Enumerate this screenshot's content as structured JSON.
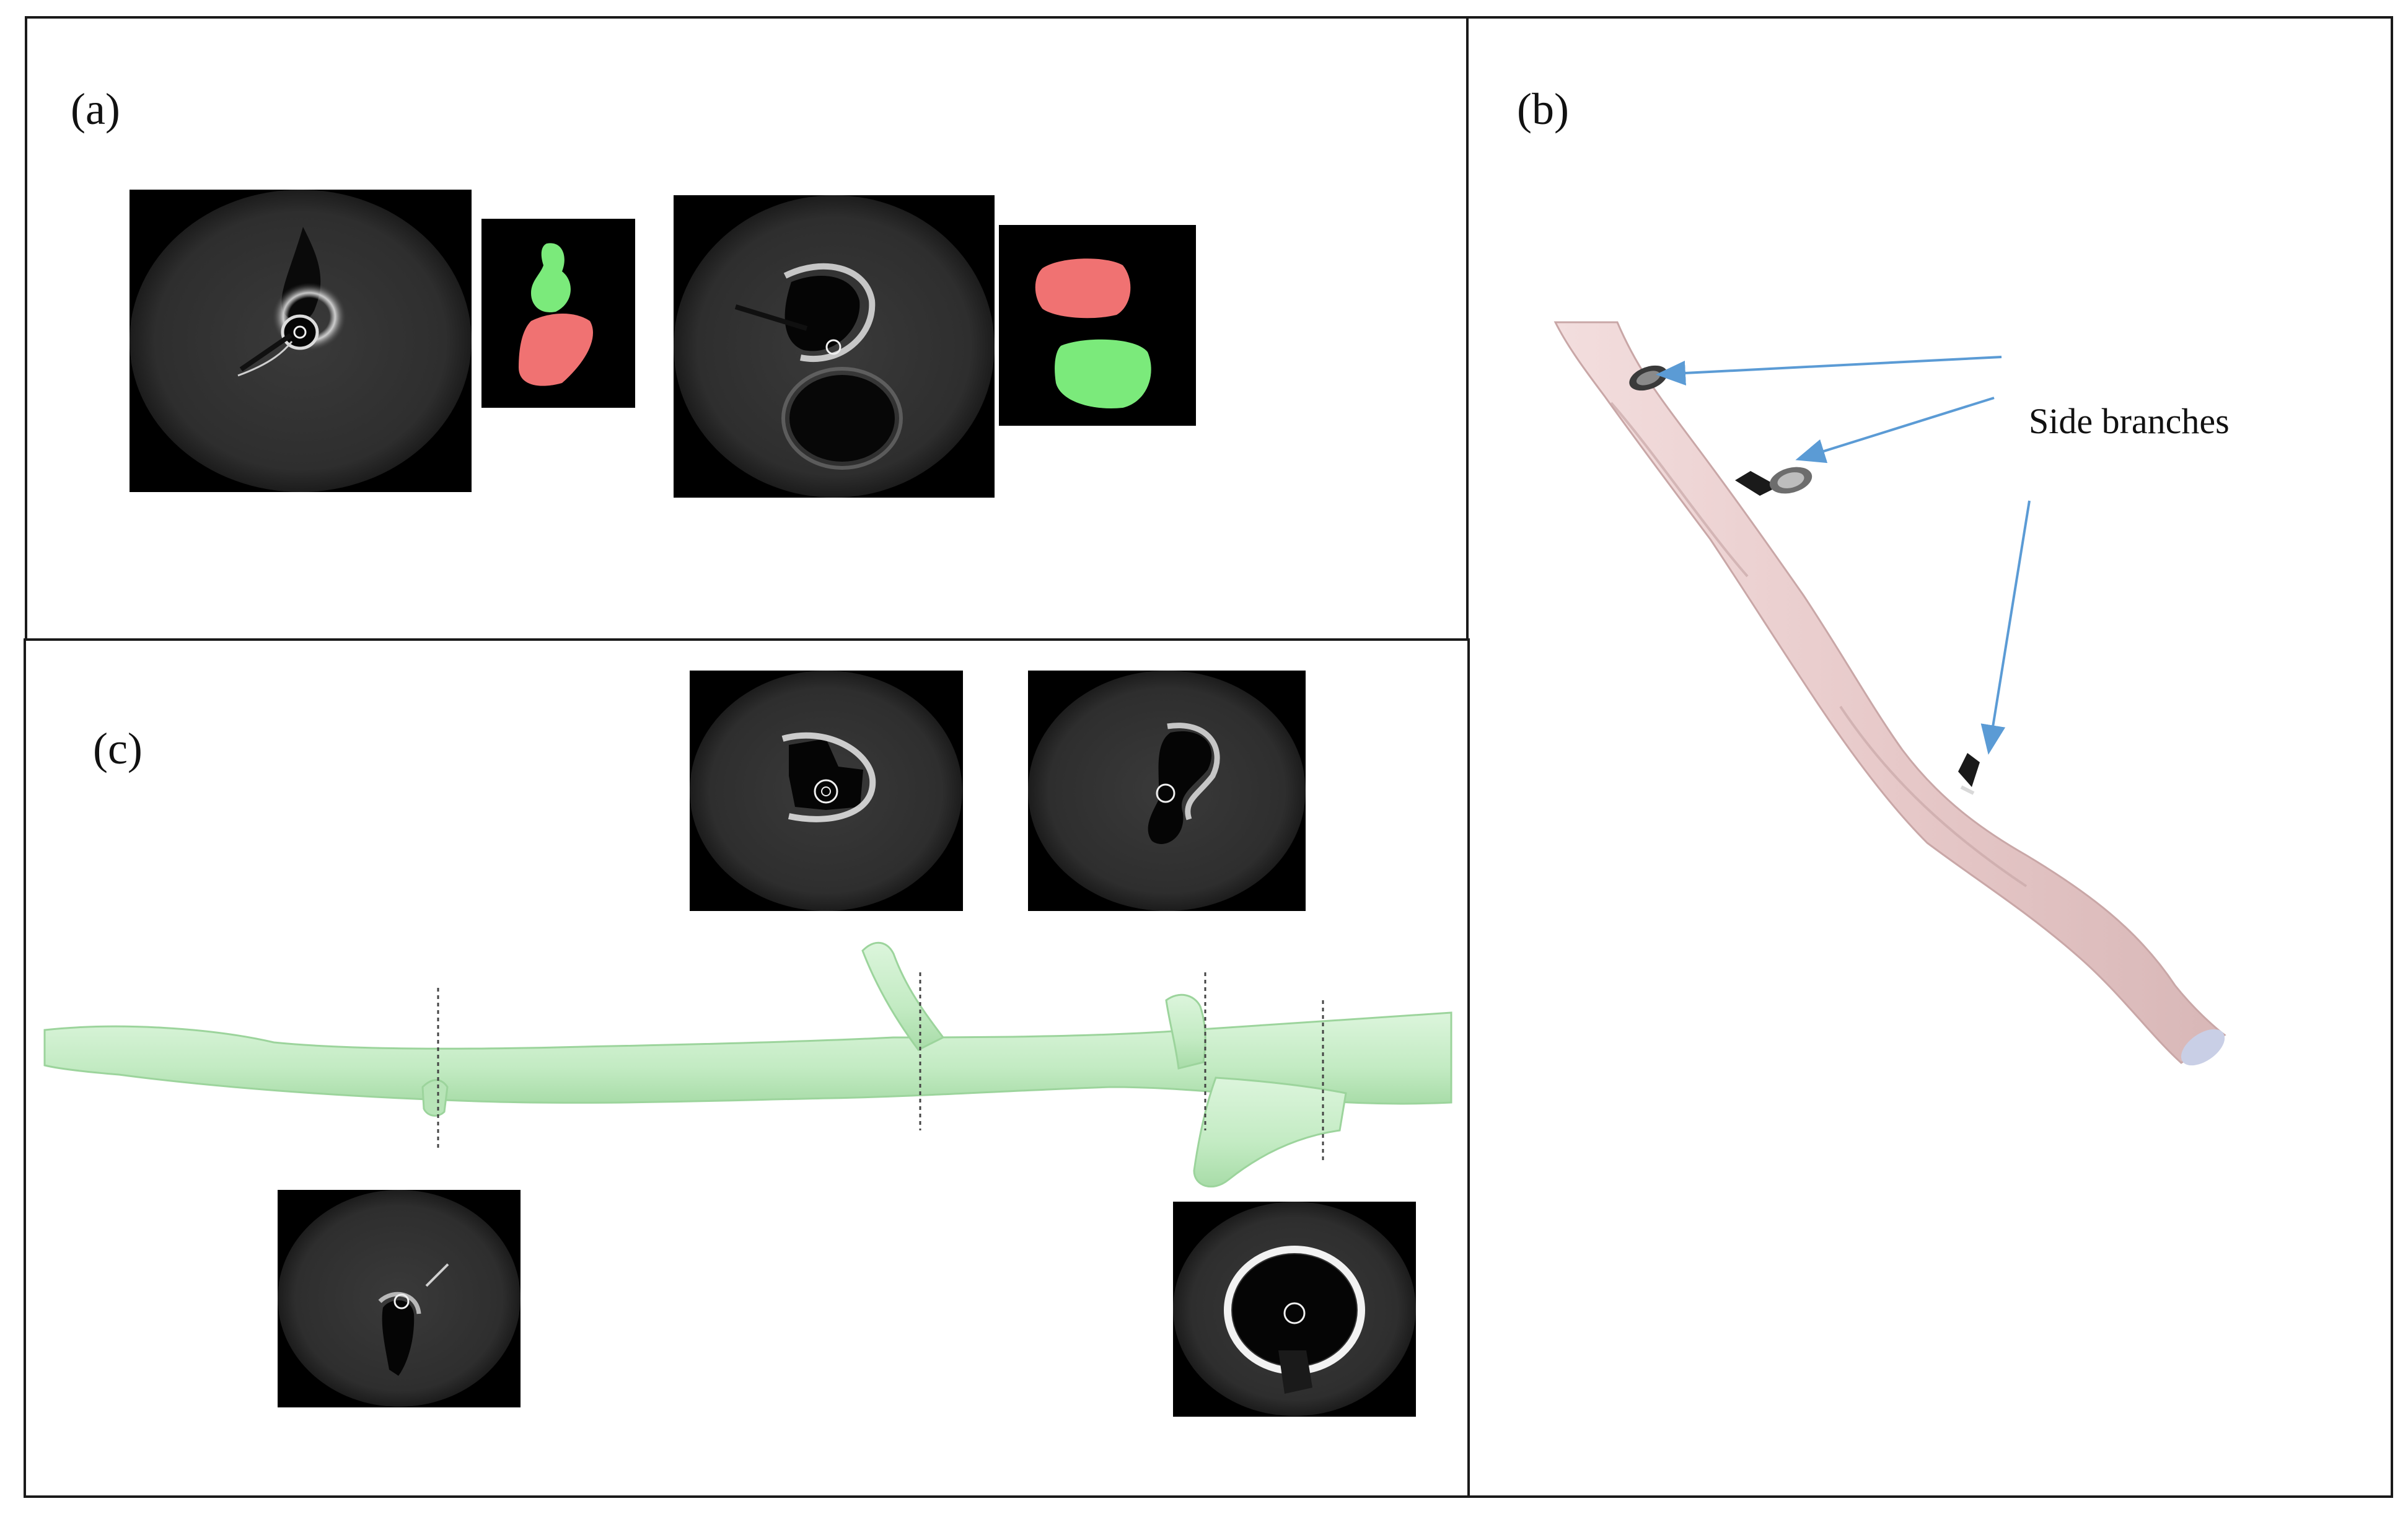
{
  "panels": {
    "a": {
      "label": "(a)"
    },
    "b": {
      "label": "(b)",
      "annotation": "Side branches"
    },
    "c": {
      "label": "(c)"
    }
  },
  "colors": {
    "segmentation_green": "#7bea7b",
    "segmentation_red": "#f07272",
    "artery_pink": "#ecd4d4",
    "artery_green": "#c8ecc8",
    "arrow_blue": "#5b9bd5"
  }
}
